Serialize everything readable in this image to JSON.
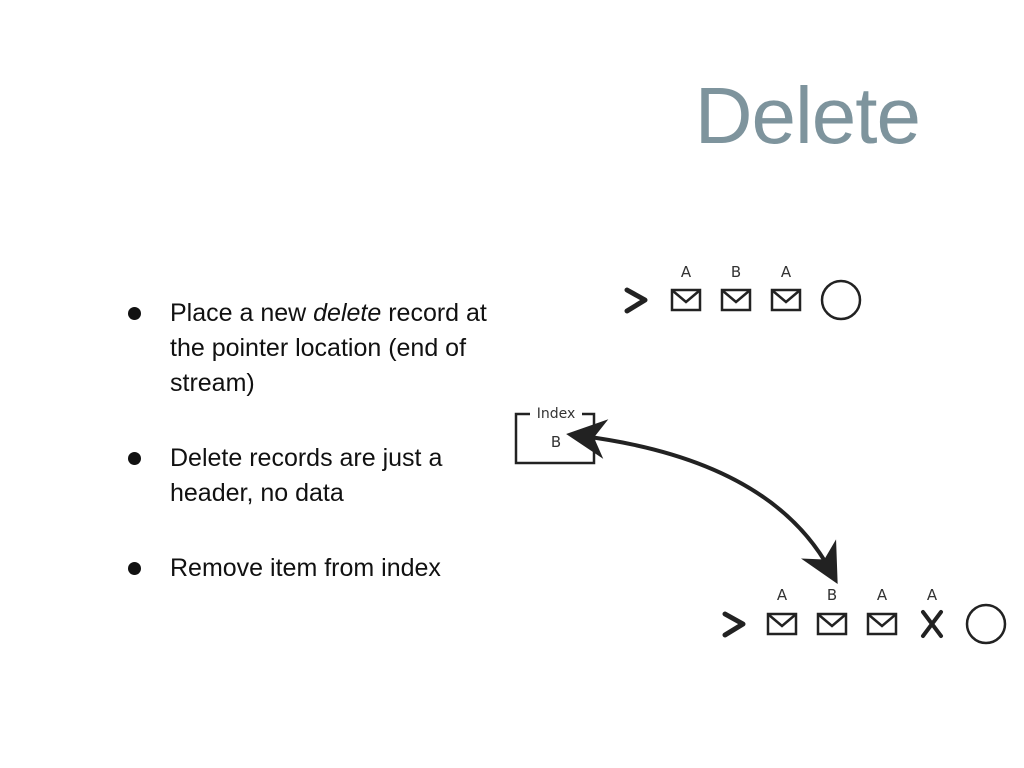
{
  "slide": {
    "title": "Delete",
    "bullets": [
      {
        "before": "Place a new ",
        "emphasis": "delete",
        "after": " record at the pointer location (end of stream)"
      },
      {
        "text": "Delete records are just a header, no data"
      },
      {
        "text": "Remove item from index"
      }
    ]
  },
  "diagram": {
    "top_stream": {
      "records": [
        "A",
        "B",
        "A"
      ],
      "pointer_icon": "chevron-right-icon",
      "end_icon": "circle-icon"
    },
    "index": {
      "label": "Index",
      "entry": "B"
    },
    "bottom_stream": {
      "records": [
        "A",
        "B",
        "A"
      ],
      "delete_record_label": "A",
      "delete_icon": "x-mark-icon",
      "pointer_icon": "chevron-right-icon",
      "end_icon": "circle-icon"
    }
  },
  "colors": {
    "title": "#7e949d",
    "text": "#111111",
    "sketch": "#222222"
  }
}
